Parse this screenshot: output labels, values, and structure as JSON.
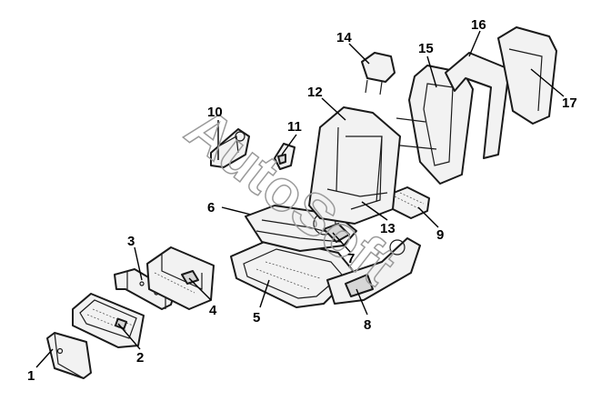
{
  "watermark": "AutoSoft",
  "parts": [
    {
      "id": "1",
      "label": "1"
    },
    {
      "id": "2",
      "label": "2"
    },
    {
      "id": "3",
      "label": "3"
    },
    {
      "id": "4",
      "label": "4"
    },
    {
      "id": "5",
      "label": "5"
    },
    {
      "id": "6",
      "label": "6"
    },
    {
      "id": "7",
      "label": "7"
    },
    {
      "id": "8",
      "label": "8"
    },
    {
      "id": "9",
      "label": "9"
    },
    {
      "id": "10",
      "label": "10"
    },
    {
      "id": "11",
      "label": "11"
    },
    {
      "id": "12",
      "label": "12"
    },
    {
      "id": "13",
      "label": "13"
    },
    {
      "id": "14",
      "label": "14"
    },
    {
      "id": "15",
      "label": "15"
    },
    {
      "id": "16",
      "label": "16"
    },
    {
      "id": "17",
      "label": "17"
    }
  ]
}
